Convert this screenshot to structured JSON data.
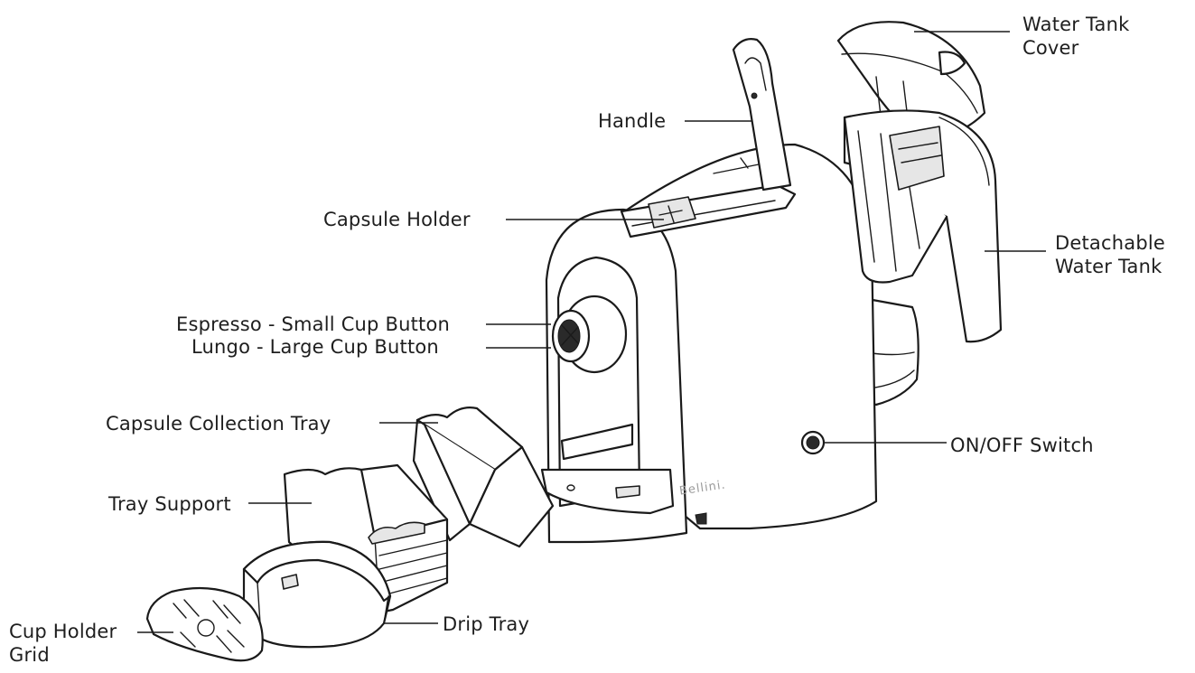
{
  "labels": {
    "water_tank_cover": [
      "Water Tank",
      "Cover"
    ],
    "handle": "Handle",
    "capsule_holder": "Capsule Holder",
    "detachable_water_tank": [
      "Detachable",
      "Water Tank"
    ],
    "espresso_button": "Espresso - Small Cup Button",
    "lungo_button": "Lungo - Large Cup Button",
    "capsule_collection_tray": "Capsule Collection Tray",
    "on_off_switch": "ON/OFF Switch",
    "tray_support": "Tray Support",
    "cup_holder_grid": [
      "Cup Holder",
      "Grid"
    ],
    "drip_tray": "Drip Tray"
  },
  "brand": "Bellini."
}
